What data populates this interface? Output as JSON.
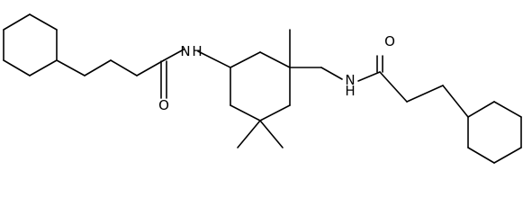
{
  "structure": {
    "atom_labels": {
      "nitrogen_left": "N",
      "hydrogen_left": "H",
      "oxygen_left": "O",
      "nitrogen_right": "N",
      "hydrogen_right": "H",
      "oxygen_right": "O"
    }
  },
  "colors": {
    "bond": "#000000",
    "background": "#ffffff"
  }
}
